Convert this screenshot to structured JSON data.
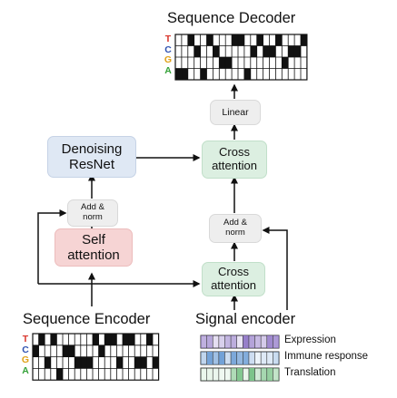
{
  "titles": {
    "sequence_decoder": "Sequence Decoder",
    "sequence_encoder": "Sequence Encoder",
    "signal_encoder": "Signal encoder"
  },
  "bases": [
    {
      "letter": "T",
      "color": "#d9342b"
    },
    {
      "letter": "C",
      "color": "#2f52b0"
    },
    {
      "letter": "G",
      "color": "#e0a118"
    },
    {
      "letter": "A",
      "color": "#35a23a"
    }
  ],
  "blocks": {
    "linear": "Linear",
    "cross_attention_top": "Cross\nattention",
    "denoising_resnet": "Denoising\nResNet",
    "add_norm_left": "Add &\nnorm",
    "add_norm_right": "Add &\nnorm",
    "self_attention": "Self\nattention",
    "cross_attention_bottom": "Cross\nattention"
  },
  "legend": [
    {
      "label": "Expression",
      "color": "#8a6fc4"
    },
    {
      "label": "Immune response",
      "color": "#6f9fd6"
    },
    {
      "label": "Translation",
      "color": "#7cc48a"
    }
  ]
}
